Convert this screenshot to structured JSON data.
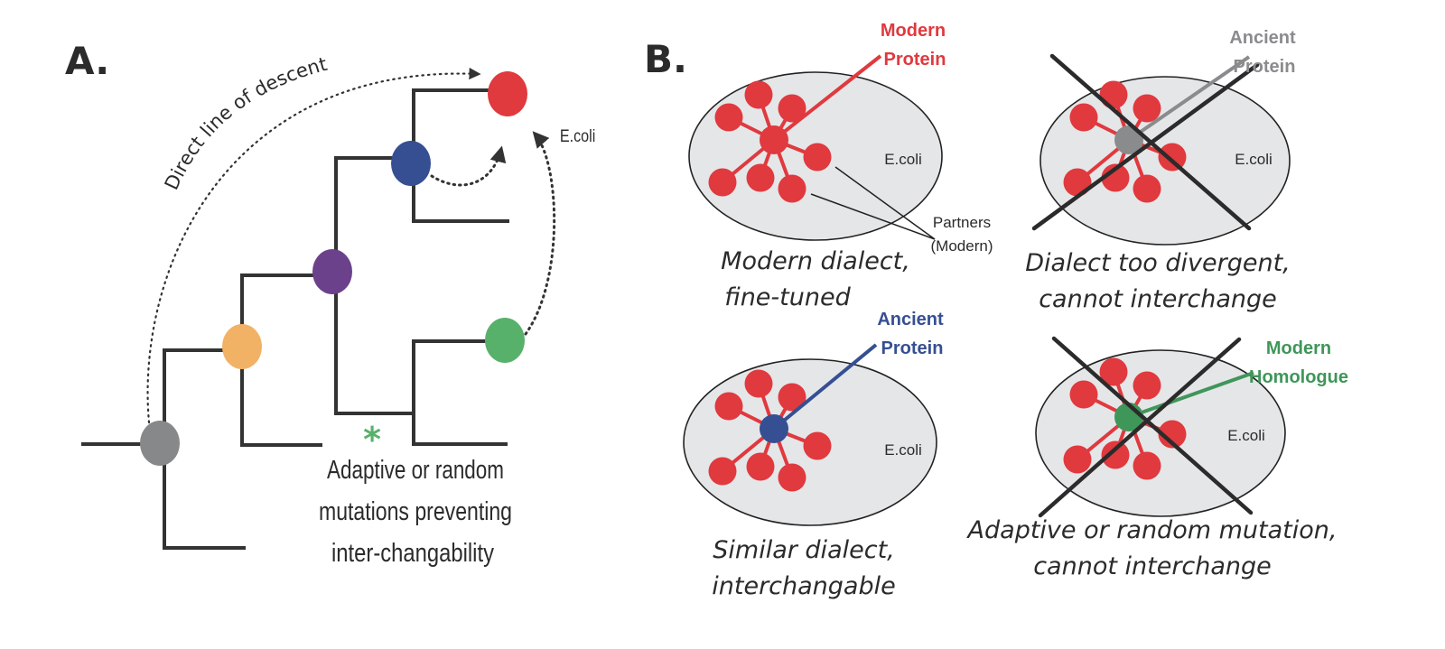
{
  "panel_a": {
    "letter": "A.",
    "arc_label": "Direct line of descent",
    "leaf_label": "E.coli",
    "mutation_marker": "*",
    "mutation_text": [
      "Adaptive or random",
      "mutations preventing",
      "inter-changability"
    ],
    "nodes": [
      {
        "name": "root-ancestor",
        "color": "#87888a"
      },
      {
        "name": "ancestor-2",
        "color": "#f2b266"
      },
      {
        "name": "ancestor-3",
        "color": "#6a418a"
      },
      {
        "name": "ancestor-4",
        "color": "#364f92"
      },
      {
        "name": "e-coli-modern",
        "color": "#e0393e"
      },
      {
        "name": "modern-homologue",
        "color": "#58b16b"
      }
    ],
    "branch_color": "#333333",
    "marker_color": "#58b16b"
  },
  "panel_b": {
    "letter": "B.",
    "cell_label": "E.coli",
    "partner_color": "#e0393e",
    "cell_fill": "#e5e6e8",
    "partners_label": [
      "Partners",
      "(Modern)"
    ],
    "scenarios": [
      {
        "id": "modern",
        "callout": [
          "Modern",
          "Protein"
        ],
        "hub_color": "#e0393e",
        "callout_color": "#e0393e",
        "crossed_out": false,
        "caption": [
          "Modern dialect,",
          "fine-tuned"
        ]
      },
      {
        "id": "ancient-divergent",
        "callout": [
          "Ancient",
          "Protein"
        ],
        "hub_color": "#8a8b8d",
        "callout_color": "#8a8b8d",
        "crossed_out": true,
        "caption": [
          "Dialect too divergent,",
          "cannot interchange"
        ]
      },
      {
        "id": "ancient-similar",
        "callout": [
          "Ancient",
          "Protein"
        ],
        "hub_color": "#364f92",
        "callout_color": "#364f92",
        "crossed_out": false,
        "caption": [
          "Similar dialect,",
          "interchangable"
        ]
      },
      {
        "id": "modern-homologue",
        "callout": [
          "Modern",
          "Homologue"
        ],
        "hub_color": "#3f9659",
        "callout_color": "#3f9659",
        "crossed_out": true,
        "caption": [
          "Adaptive or random mutation,",
          "cannot interchange"
        ]
      }
    ]
  }
}
